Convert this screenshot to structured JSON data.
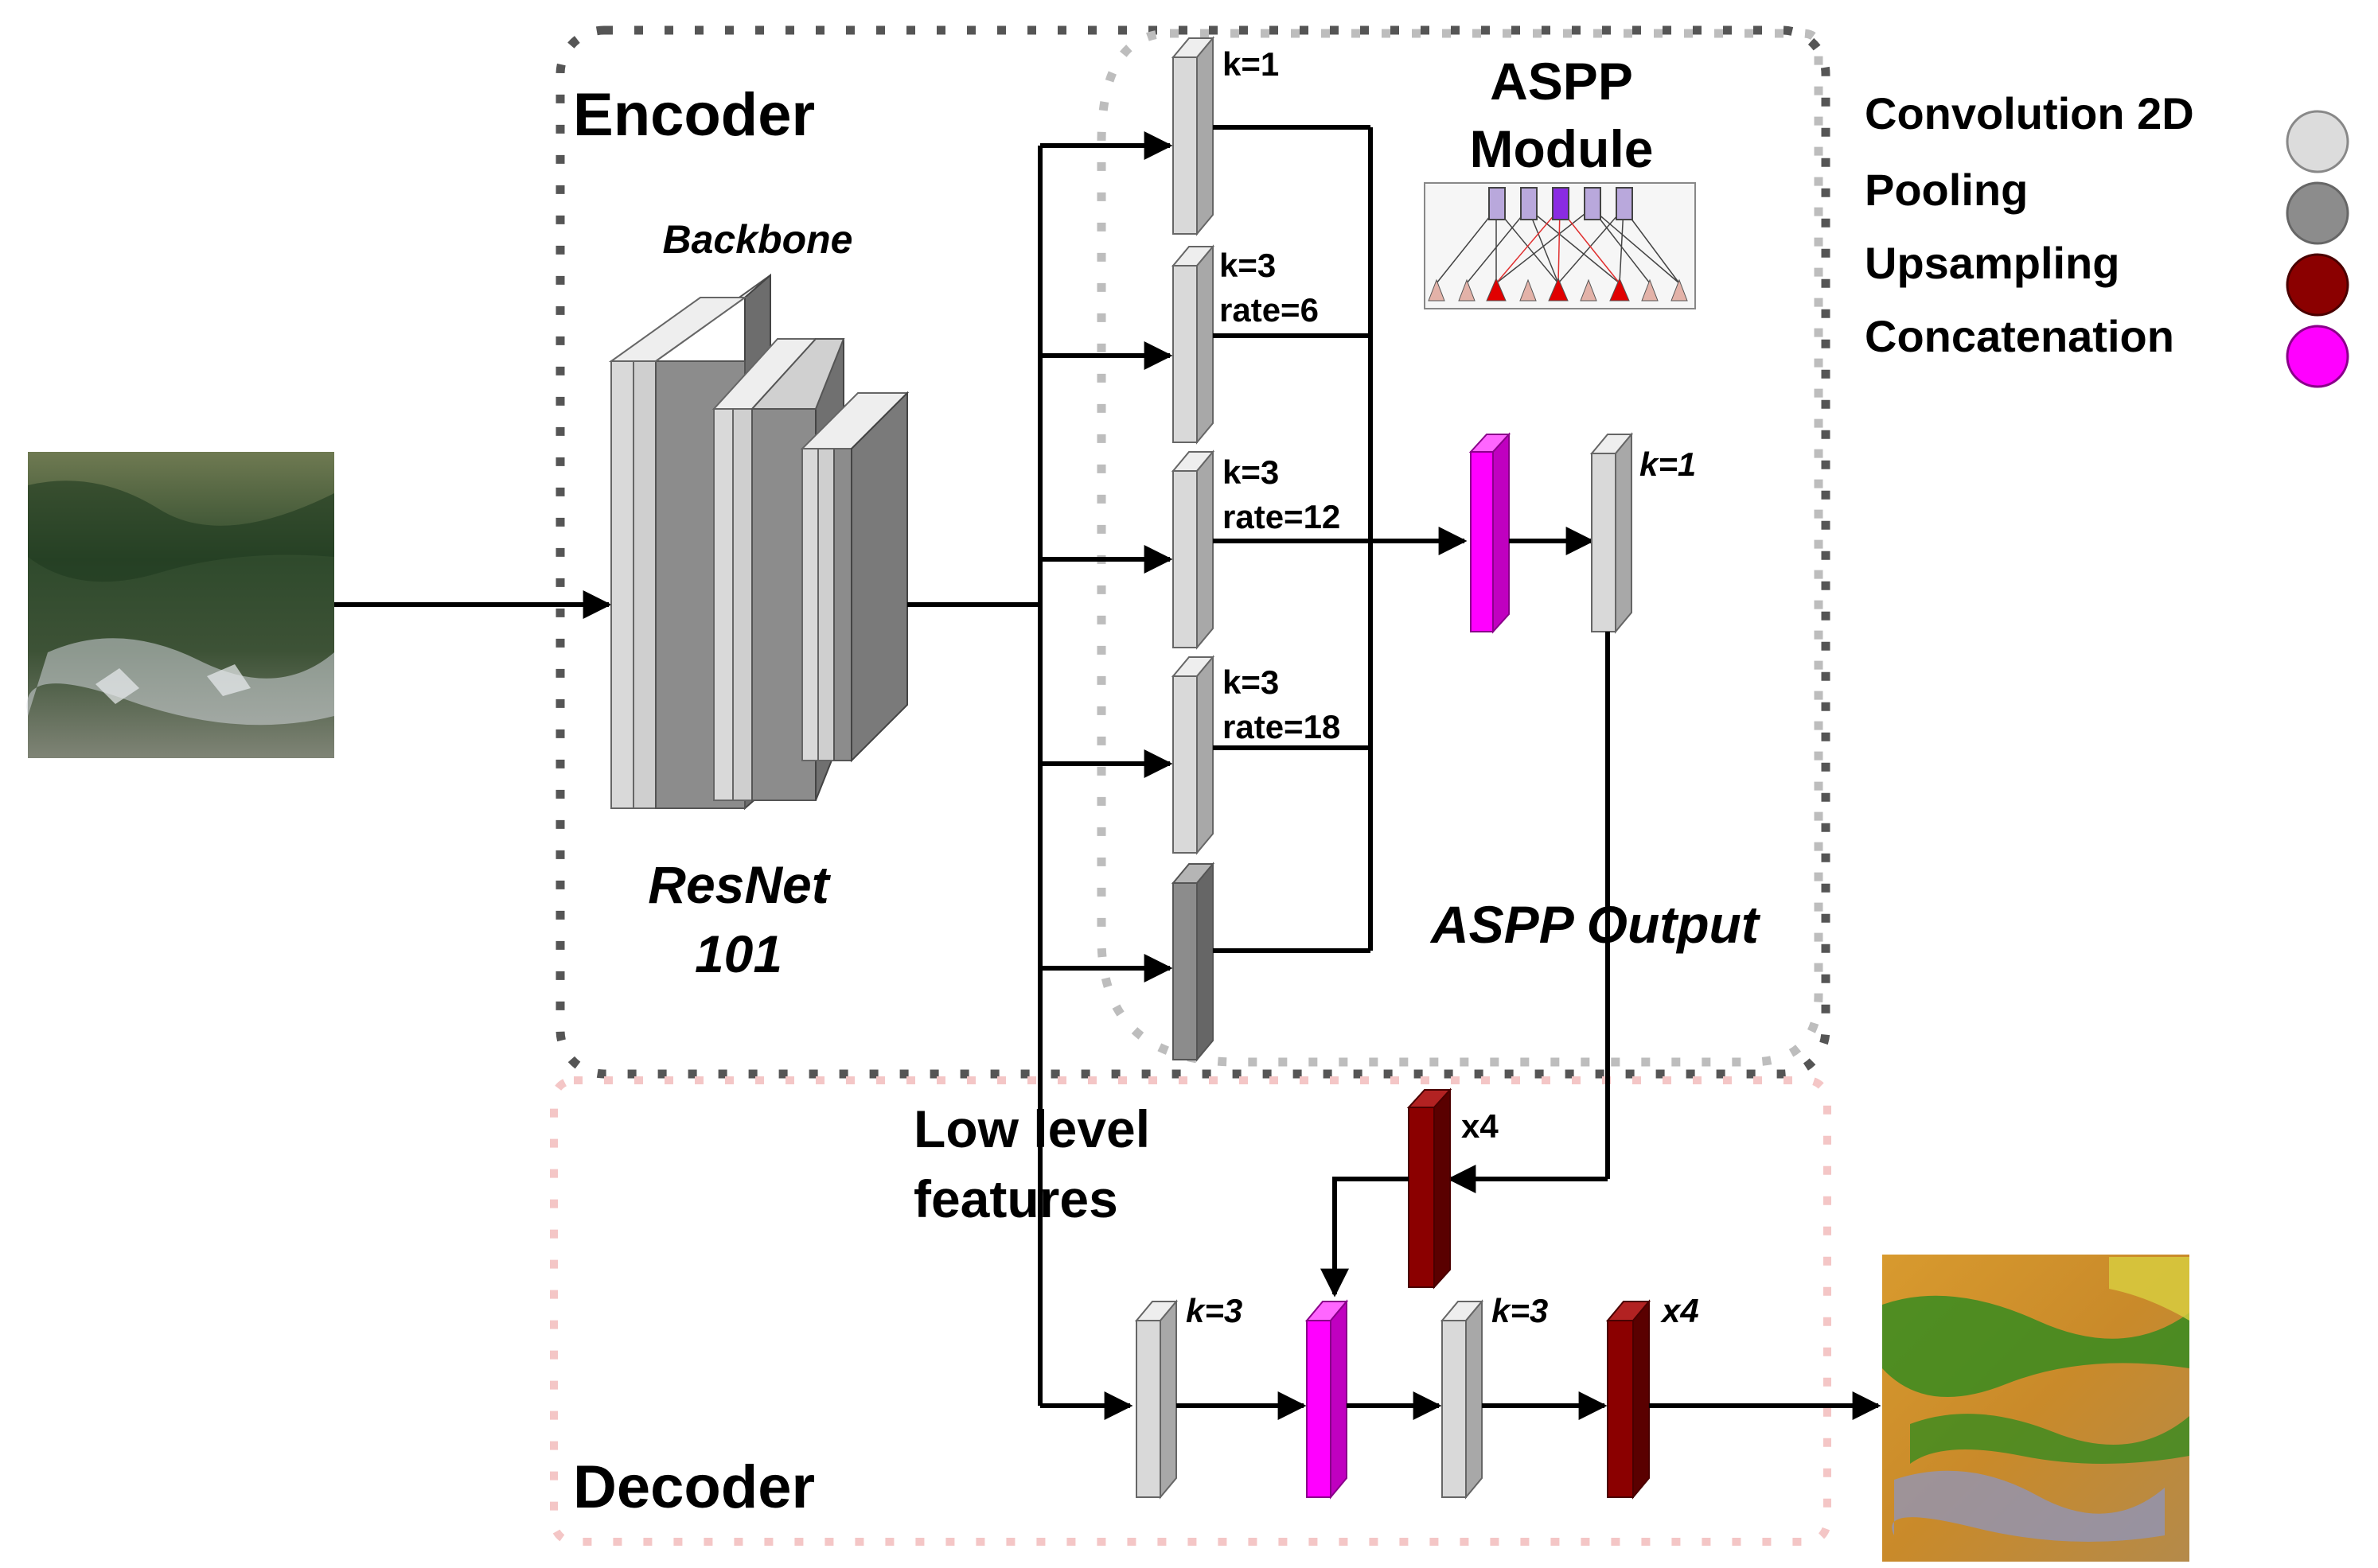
{
  "colors": {
    "convolution": "#dcdcdc",
    "pooling": "#8c8c8c",
    "upsampling": "#8b0000",
    "concatenation": "#ff00ff",
    "encoder_border": "#555555",
    "aspp_border": "#bdbdbd",
    "decoder_border": "#f4c6c6"
  },
  "legend": [
    {
      "label": "Convolution 2D",
      "color": "#dcdcdc"
    },
    {
      "label": "Pooling",
      "color": "#8c8c8c"
    },
    {
      "label": "Upsampling",
      "color": "#8b0000"
    },
    {
      "label": "Concatenation",
      "color": "#ff00ff"
    }
  ],
  "encoder": {
    "label": "Encoder"
  },
  "decoder": {
    "label": "Decoder"
  },
  "backbone": {
    "label": "Backbone",
    "name_line1": "ResNet",
    "name_line2": "101"
  },
  "aspp": {
    "title_line1": "ASPP",
    "title_line2": "Module",
    "output_label": "ASPP Output",
    "branches": [
      {
        "line1": "k=1",
        "line2": ""
      },
      {
        "line1": "k=3",
        "line2": "rate=6"
      },
      {
        "line1": "k=3",
        "line2": "rate=12"
      },
      {
        "line1": "k=3",
        "line2": "rate=18"
      },
      {
        "line1": "",
        "line2": ""
      }
    ],
    "post_conv_label": "k=1"
  },
  "low_level": {
    "line1": "Low level",
    "line2": "features"
  },
  "decoder_labels": {
    "upsample_top": "x4",
    "conv_a": "k=3",
    "conv_b": "k=3",
    "upsample_final": "x4"
  },
  "images": {
    "input": "satellite-input-image",
    "output": "segmentation-output-image"
  }
}
